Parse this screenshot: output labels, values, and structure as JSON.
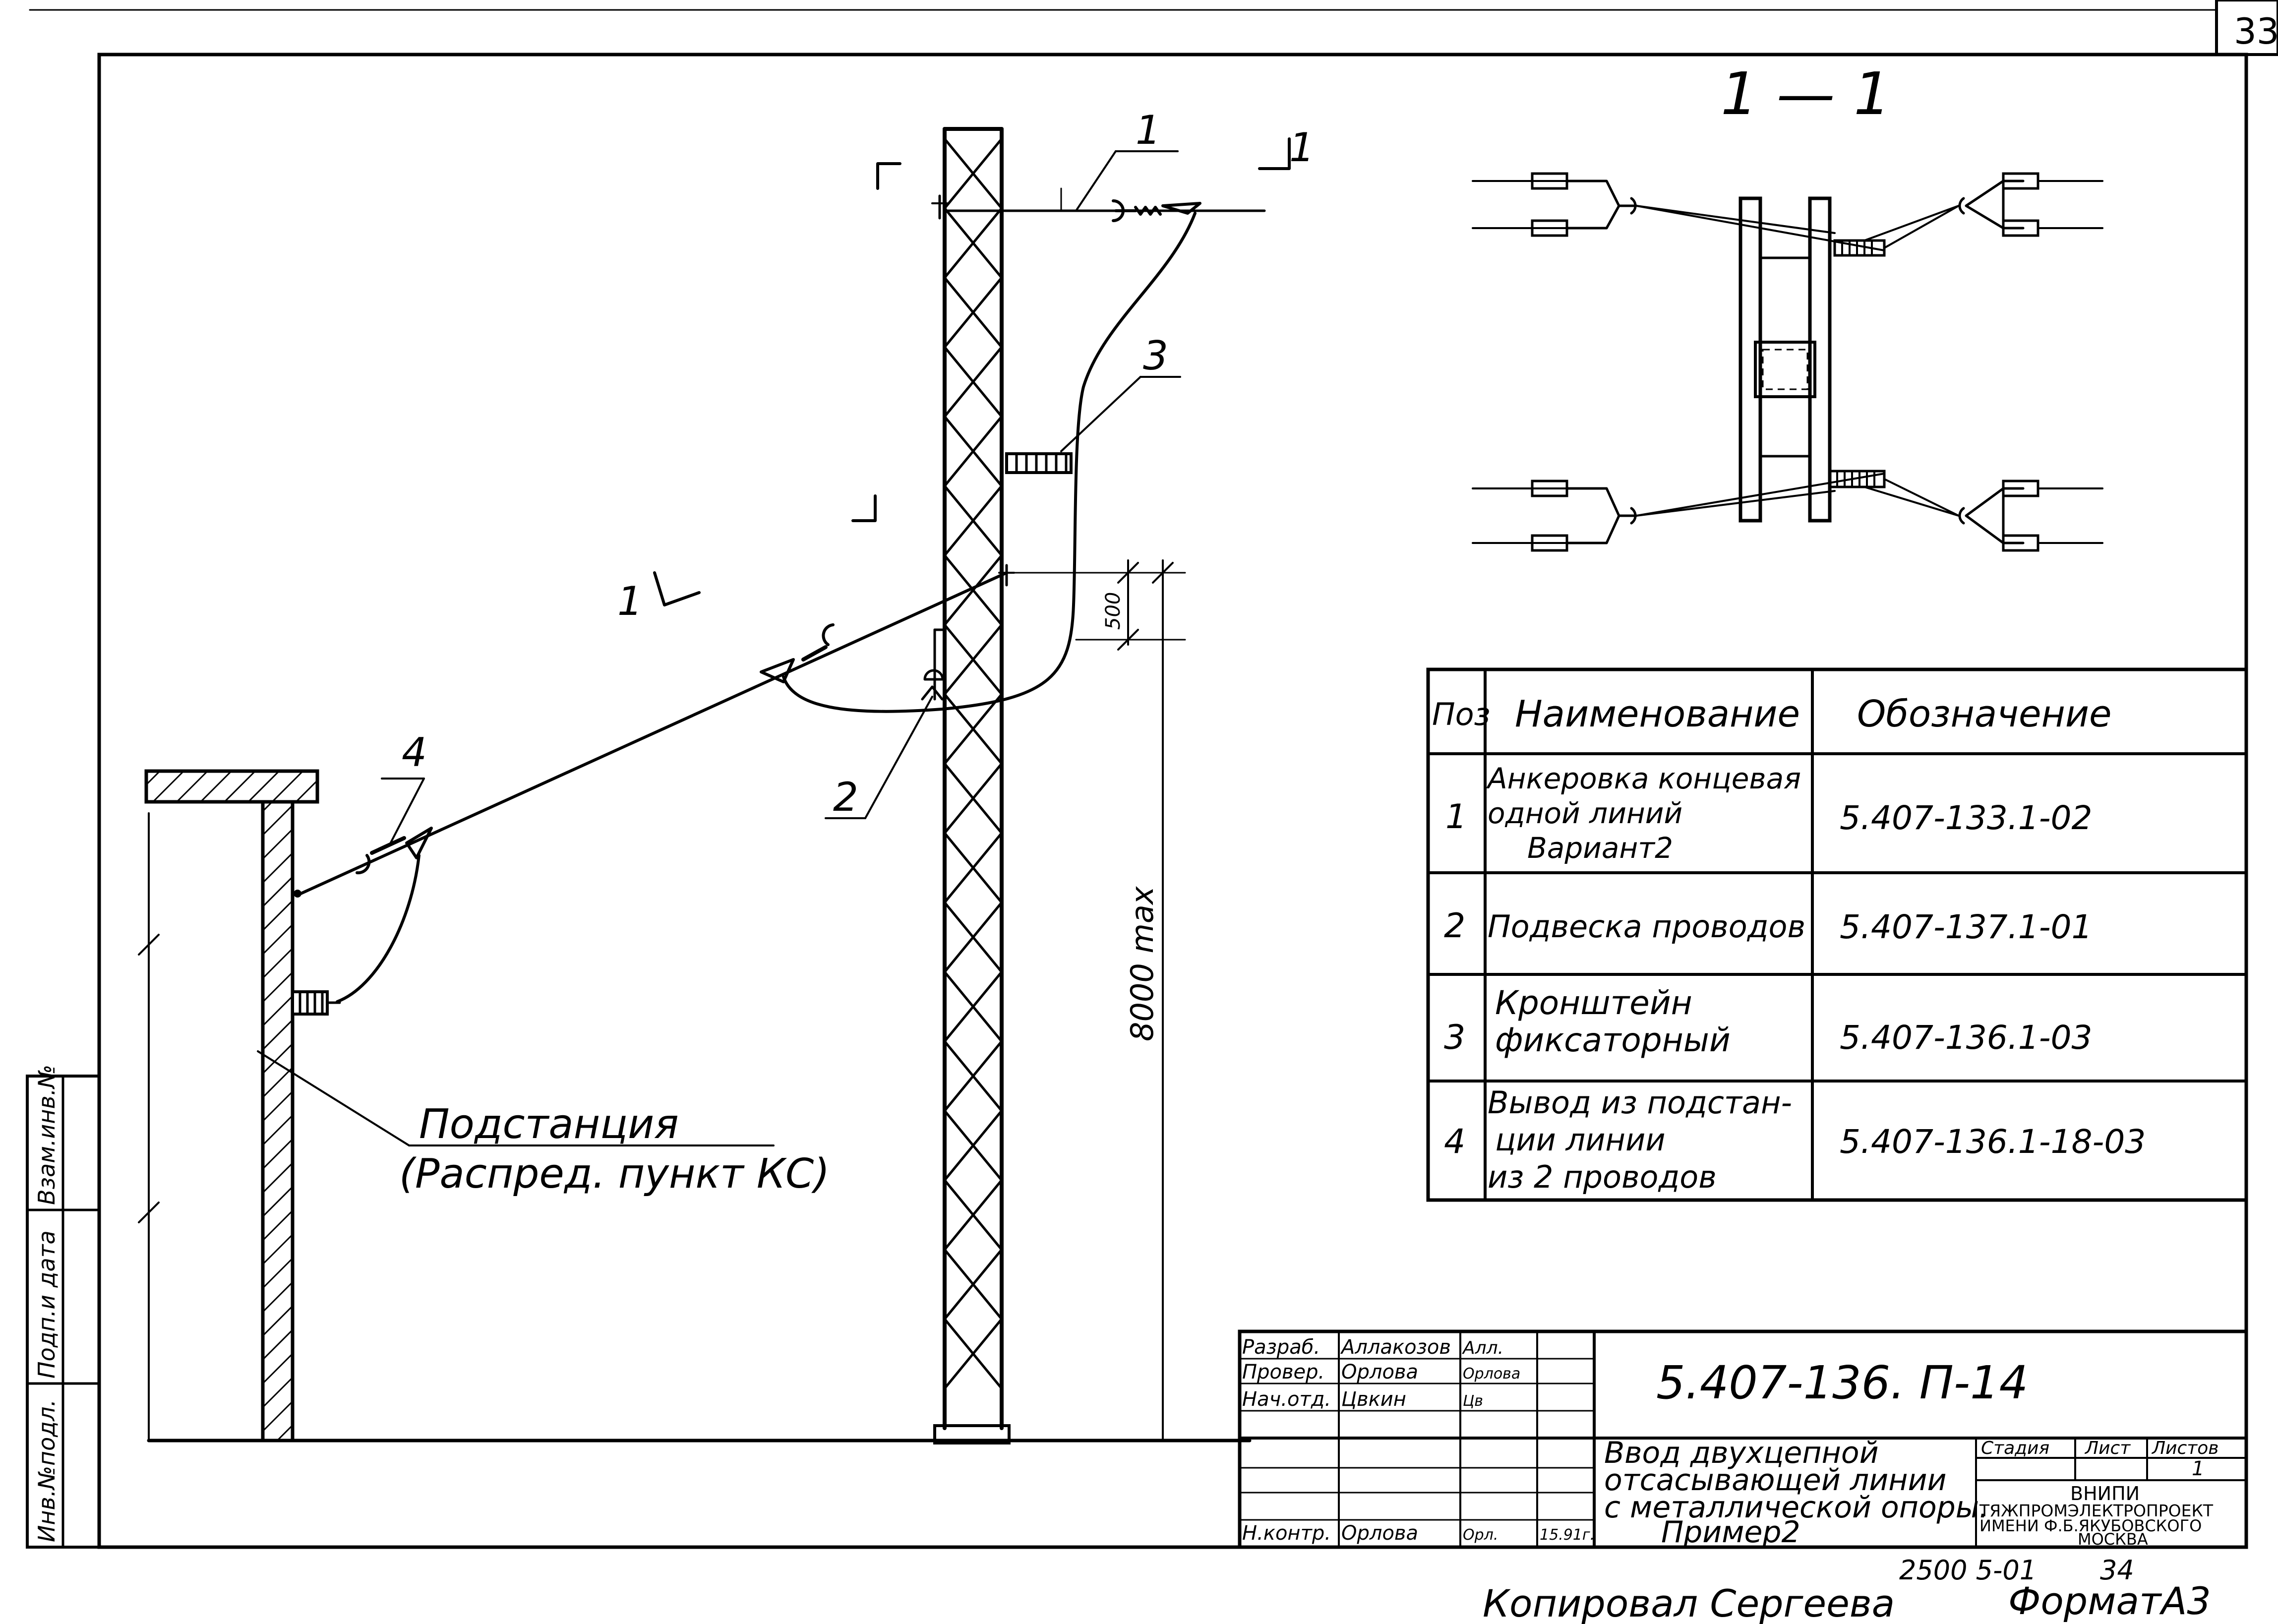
{
  "sheet": {
    "page_number": "33",
    "format": "ФорматА3",
    "copied_by": "Копировал Сергеева",
    "archive_number": "2500 5-01",
    "archive_sheet": "34",
    "side_stamp": [
      "Инв.№подл.",
      "Подп.и дата",
      "Взам.инв.№"
    ]
  },
  "drawing": {
    "section_mark": "1 — 1",
    "cut_mark": "1",
    "callouts": [
      "1",
      "2",
      "3",
      "4"
    ],
    "dim_500": "500",
    "dim_8000": "8000 max",
    "substation_label_line1": "Подстанция",
    "substation_label_line2": "(Распред. пункт КС)"
  },
  "spec_table": {
    "headers": [
      "Поз",
      "Наименование",
      "Обозначение"
    ],
    "rows": [
      {
        "pos": "1",
        "name": [
          "Анкеровка концевая",
          "одной линий",
          "Вариант2"
        ],
        "code": "5.407-133.1-02"
      },
      {
        "pos": "2",
        "name": [
          "Подвеска проводов"
        ],
        "code": "5.407-137.1-01"
      },
      {
        "pos": "3",
        "name": [
          "Кронштейн",
          "фиксаторный"
        ],
        "code": "5.407-136.1-03"
      },
      {
        "pos": "4",
        "name": [
          "Вывод из подстан-",
          "ции линии",
          "из 2 проводов"
        ],
        "code": "5.407-136.1-18-03"
      }
    ]
  },
  "title_block": {
    "doc_code": "5.407-136. П-14",
    "title_lines": [
      "Ввод двухцепной",
      "отсасывающей линии",
      "с металлической опоры.",
      "Пример2"
    ],
    "roles": [
      {
        "role": "Разраб.",
        "name": "Аллакозов",
        "sign": "Алл.",
        "date": ""
      },
      {
        "role": "Провер.",
        "name": "Орлова",
        "sign": "Орлова",
        "date": ""
      },
      {
        "role": "Нач.отд.",
        "name": "Цвкин",
        "sign": "Цв",
        "date": ""
      },
      {
        "role": "Н.контр.",
        "name": "Орлова",
        "sign": "Орл.",
        "date": "15.91г."
      }
    ],
    "stage_header": "Стадия",
    "sheet_header": "Лист",
    "sheets_header": "Листов",
    "sheets_value": "1",
    "org_lines": [
      "ВНИПИ",
      "ТЯЖПРОМЭЛЕКТРОПРОЕКТ",
      "ИМЕНИ Ф.Б.ЯКУБОВСКОГО",
      "МОСКВА"
    ]
  }
}
